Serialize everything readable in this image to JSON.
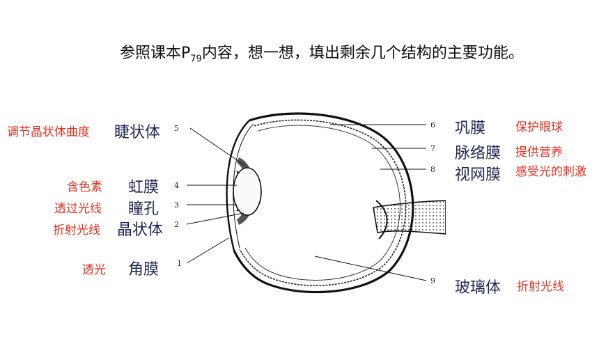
{
  "instruction": {
    "prefix": "参照课本P",
    "sub": "79",
    "suffix": "内容，想一想，填出剩余几个结构的主要功能。"
  },
  "colors": {
    "function_text": "#e03222",
    "structure_text": "#1f2553"
  },
  "left_labels": [
    {
      "num": "5",
      "structure": "睫状体",
      "function": "调节晶状体曲度"
    },
    {
      "num": "4",
      "structure": "虹膜",
      "function": "含色素"
    },
    {
      "num": "3",
      "structure": "瞳孔",
      "function": "透过光线"
    },
    {
      "num": "2",
      "structure": "晶状体",
      "function": "折射光线"
    },
    {
      "num": "1",
      "structure": "角膜",
      "function": "透光"
    }
  ],
  "right_labels": [
    {
      "num": "6",
      "structure": "巩膜",
      "function": "保护眼球"
    },
    {
      "num": "7",
      "structure": "脉络膜",
      "function": "提供营养"
    },
    {
      "num": "8",
      "structure": "视网膜",
      "function": "感受光的刺激"
    },
    {
      "num": "9",
      "structure": "玻璃体",
      "function": "折射光线"
    }
  ]
}
